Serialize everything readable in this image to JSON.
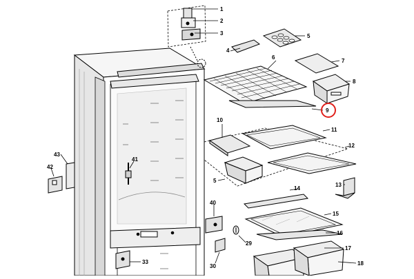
{
  "header": {
    "text": ""
  },
  "labels": {
    "1": "1",
    "2": "2",
    "3": "3",
    "4": "4",
    "5": "5",
    "5b": "5",
    "6": "6",
    "7": "7",
    "8": "8",
    "9": "9",
    "10": "10",
    "11": "11",
    "12": "12",
    "13": "13",
    "14": "14",
    "15": "15",
    "16": "16",
    "17": "17",
    "18": "18",
    "29": "29",
    "30": "30",
    "33": "33",
    "40": "40",
    "41": "41",
    "42": "42",
    "43": "43"
  },
  "highlight": {
    "label": "9",
    "color": "#e0201b"
  }
}
